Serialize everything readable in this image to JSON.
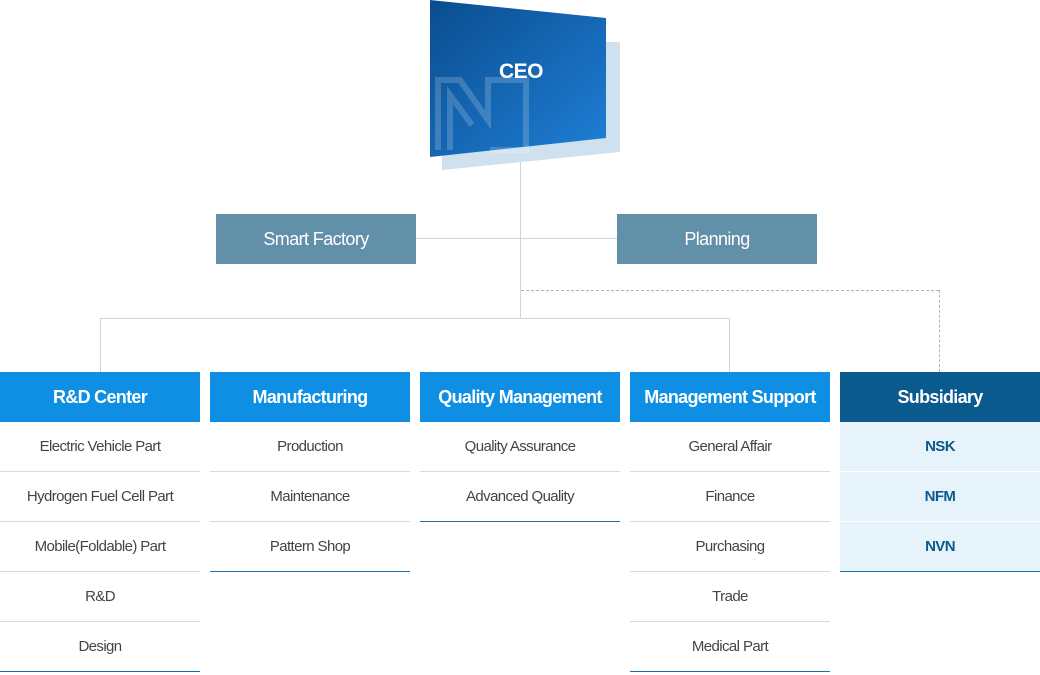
{
  "ceo": {
    "label": "CEO"
  },
  "staff": [
    {
      "label": "Smart Factory"
    },
    {
      "label": "Planning"
    }
  ],
  "divisions": [
    {
      "title": "R&D Center",
      "items": [
        "Electric Vehicle Part",
        "Hydrogen Fuel Cell Part",
        "Mobile(Foldable) Part",
        "R&D",
        "Design"
      ]
    },
    {
      "title": "Manufacturing",
      "items": [
        "Production",
        "Maintenance",
        "Pattern Shop"
      ]
    },
    {
      "title": "Quality Management",
      "items": [
        "Quality Assurance",
        "Advanced Quality"
      ]
    },
    {
      "title": "Management Support",
      "items": [
        "General Affair",
        "Finance",
        "Purchasing",
        "Trade",
        "Medical Part"
      ]
    },
    {
      "title": "Subsidiary",
      "items": [
        "NSK",
        "NFM",
        "NVN"
      ]
    }
  ],
  "colors": {
    "ceo_dark": "#0a4d8f",
    "ceo_light": "#1f7fd6",
    "staff_box": "#6290a9",
    "division_head": "#0f8fe3",
    "subsidiary_head": "#0b5a8e",
    "subsidiary_item_bg": "#e6f3fb"
  }
}
